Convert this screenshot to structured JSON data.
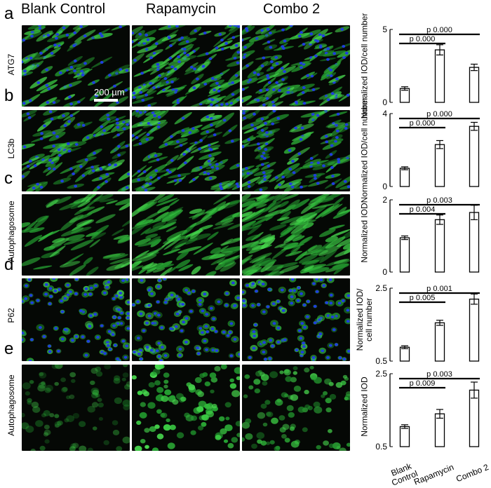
{
  "columns": [
    "Blank Control",
    "Rapamycin",
    "Combo 2"
  ],
  "panel_letters": [
    "a",
    "b",
    "c",
    "d",
    "e"
  ],
  "row_labels": [
    "ATG7",
    "LC3b",
    "Autophagosome",
    "P62",
    "Autophagosome"
  ],
  "scale_bar": "200 µm",
  "stain_colors": {
    "nuclei": "#1f3de0",
    "cytoplasm": "#35c63a",
    "background": "#050805"
  },
  "chart_data": [
    {
      "type": "bar",
      "panel": "a",
      "ylabel": "Normalized IOD/cell number",
      "yticks": [
        "0",
        "5"
      ],
      "ylim": [
        0,
        5
      ],
      "categories": [
        "Blank Control",
        "Rapamycin",
        "Combo 2"
      ],
      "values": [
        0.95,
        3.6,
        2.4
      ],
      "errors": [
        0.12,
        0.35,
        0.22
      ],
      "annotations": [
        {
          "label": "p 0.000",
          "from": 0,
          "to": 1
        },
        {
          "label": "p 0.000",
          "from": 0,
          "to": 2
        }
      ]
    },
    {
      "type": "bar",
      "panel": "b",
      "ylabel": "Normalized IOD/cell number",
      "yticks": [
        "0",
        "4"
      ],
      "ylim": [
        0,
        4
      ],
      "categories": [
        "Blank Control",
        "Rapamycin",
        "Combo 2"
      ],
      "values": [
        1.0,
        2.3,
        3.3
      ],
      "errors": [
        0.08,
        0.22,
        0.22
      ],
      "annotations": [
        {
          "label": "p 0.000",
          "from": 0,
          "to": 1
        },
        {
          "label": "p 0.000",
          "from": 0,
          "to": 2
        }
      ]
    },
    {
      "type": "bar",
      "panel": "c",
      "ylabel": "Normalized IOD",
      "yticks": [
        "0",
        "2"
      ],
      "ylim": [
        0,
        2
      ],
      "categories": [
        "Blank Control",
        "Rapamycin",
        "Combo 2"
      ],
      "values": [
        0.95,
        1.45,
        1.65
      ],
      "errors": [
        0.05,
        0.13,
        0.2
      ],
      "annotations": [
        {
          "label": "p 0.004",
          "from": 0,
          "to": 1
        },
        {
          "label": "p 0.003",
          "from": 0,
          "to": 2
        }
      ]
    },
    {
      "type": "bar",
      "panel": "d",
      "ylabel": "Normalized IOD/ cell number",
      "yticks": [
        "0.5",
        "2.5"
      ],
      "ylim": [
        0.5,
        2.5
      ],
      "categories": [
        "Blank Control",
        "Rapamycin",
        "Combo 2"
      ],
      "values": [
        0.88,
        1.55,
        2.2
      ],
      "errors": [
        0.04,
        0.07,
        0.14
      ],
      "annotations": [
        {
          "label": "p 0.005",
          "from": 0,
          "to": 1
        },
        {
          "label": "p 0.001",
          "from": 0,
          "to": 2
        }
      ]
    },
    {
      "type": "bar",
      "panel": "e",
      "ylabel": "Normalized IOD",
      "yticks": [
        "0.5",
        "2.5"
      ],
      "ylim": [
        0.5,
        2.5
      ],
      "categories": [
        "Blank Control",
        "Rapamycin",
        "Combo 2"
      ],
      "values": [
        1.05,
        1.4,
        2.05
      ],
      "errors": [
        0.05,
        0.12,
        0.22
      ],
      "annotations": [
        {
          "label": "p 0.009",
          "from": 0,
          "to": 1
        },
        {
          "label": "p 0.003",
          "from": 0,
          "to": 2
        }
      ]
    }
  ],
  "x_category_labels": [
    "Blank\nControl",
    "Rapamycin",
    "Combo 2"
  ]
}
